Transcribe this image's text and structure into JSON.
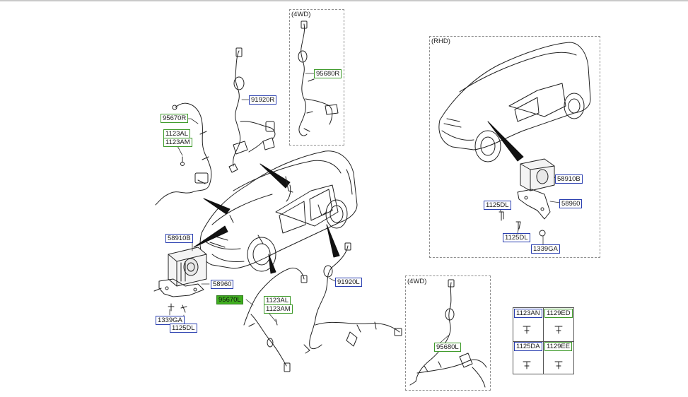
{
  "sections": {
    "fwd_top": "(4WD)",
    "fwd_bottom": "(4WD)",
    "rhd": "(RHD)"
  },
  "parts": {
    "p95680R": "95680R",
    "p91920R": "91920R",
    "p95670R": "95670R",
    "p1123AL_top": "1123AL",
    "p1123AM_top": "1123AM",
    "p58910B_left": "58910B",
    "p58960_left": "58960",
    "p1339GA_left": "1339GA",
    "p1125DL_left": "1125DL",
    "p95670L": "95670L",
    "p1123AL_bot": "1123AL",
    "p1123AM_bot": "1123AM",
    "p91920L": "91920L",
    "p95680L": "95680L",
    "p58910B_rhd": "58910B",
    "p58960_rhd": "58960",
    "p1125DL_rhd1": "1125DL",
    "p1125DL_rhd2": "1125DL",
    "p1339GA_rhd": "1339GA"
  },
  "fasteners": {
    "cell1": "1123AN",
    "cell2": "1129ED",
    "cell3": "1125DA",
    "cell4": "1129EE"
  },
  "colors": {
    "blue_border": "#2a3fb0",
    "green_border": "#3e9a2a",
    "selected_fill": "#3fae1f"
  }
}
